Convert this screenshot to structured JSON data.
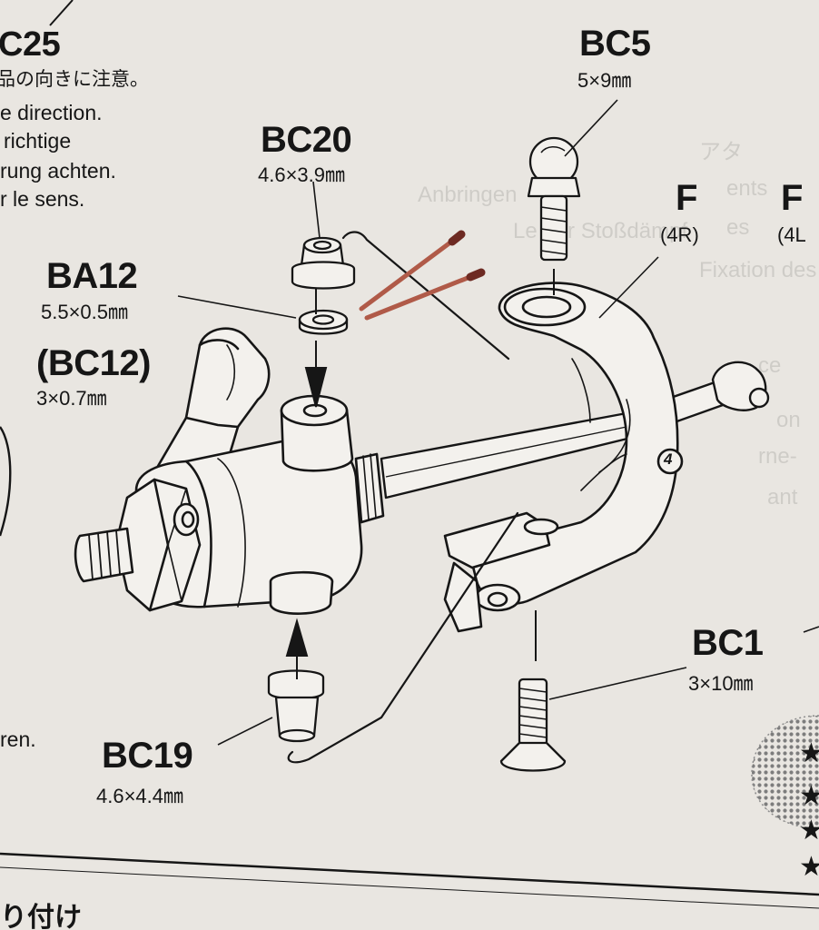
{
  "notes": {
    "top_code": "C25",
    "jp_caution": "品の向きに注意。",
    "lines": [
      "e direction.",
      "richtige",
      "rung achten.",
      "r le sens."
    ],
    "left_fragment": "ren.",
    "bottom_jp": "り付け"
  },
  "parts": {
    "bc5": {
      "code": "BC5",
      "size": "5×9㎜"
    },
    "bc20": {
      "code": "BC20",
      "size": "4.6×3.9㎜"
    },
    "ba12": {
      "code": "BA12",
      "size": "5.5×0.5㎜"
    },
    "bc12": {
      "code": "(BC12)",
      "size": "3×0.7㎜"
    },
    "bc19": {
      "code": "BC19",
      "size": "4.6×4.4㎜"
    },
    "bc1": {
      "code": "BC1",
      "size": "3×10㎜"
    }
  },
  "f_parts": [
    {
      "letter": "F",
      "sub": "(4R)"
    },
    {
      "letter": "F",
      "sub": "(4L"
    }
  ],
  "part_number": "4",
  "stars": [
    "★",
    "★",
    "★",
    "★"
  ],
  "colors": {
    "paper": "#e9e6e1",
    "ink": "#161616",
    "tweezers": "#b05a48",
    "halftone": "#8a8a8a"
  }
}
